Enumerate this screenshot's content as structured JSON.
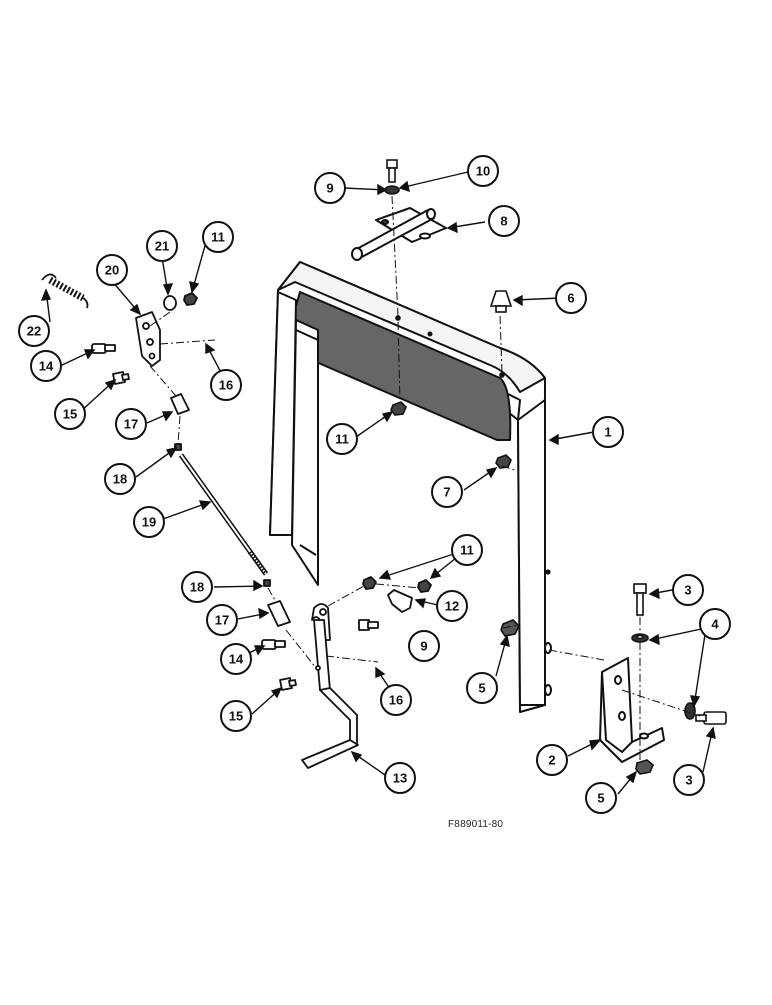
{
  "figure_code": "F889011-80",
  "callouts": [
    {
      "label": "1"
    },
    {
      "label": "2"
    },
    {
      "label": "3"
    },
    {
      "label": "3"
    },
    {
      "label": "4"
    },
    {
      "label": "5"
    },
    {
      "label": "5"
    },
    {
      "label": "6"
    },
    {
      "label": "7"
    },
    {
      "label": "8"
    },
    {
      "label": "9"
    },
    {
      "label": "9"
    },
    {
      "label": "10"
    },
    {
      "label": "11"
    },
    {
      "label": "11"
    },
    {
      "label": "11"
    },
    {
      "label": "12"
    },
    {
      "label": "13"
    },
    {
      "label": "14"
    },
    {
      "label": "14"
    },
    {
      "label": "15"
    },
    {
      "label": "15"
    },
    {
      "label": "16"
    },
    {
      "label": "16"
    },
    {
      "label": "17"
    },
    {
      "label": "17"
    },
    {
      "label": "18"
    },
    {
      "label": "18"
    },
    {
      "label": "19"
    },
    {
      "label": "20"
    },
    {
      "label": "21"
    },
    {
      "label": "22"
    }
  ]
}
